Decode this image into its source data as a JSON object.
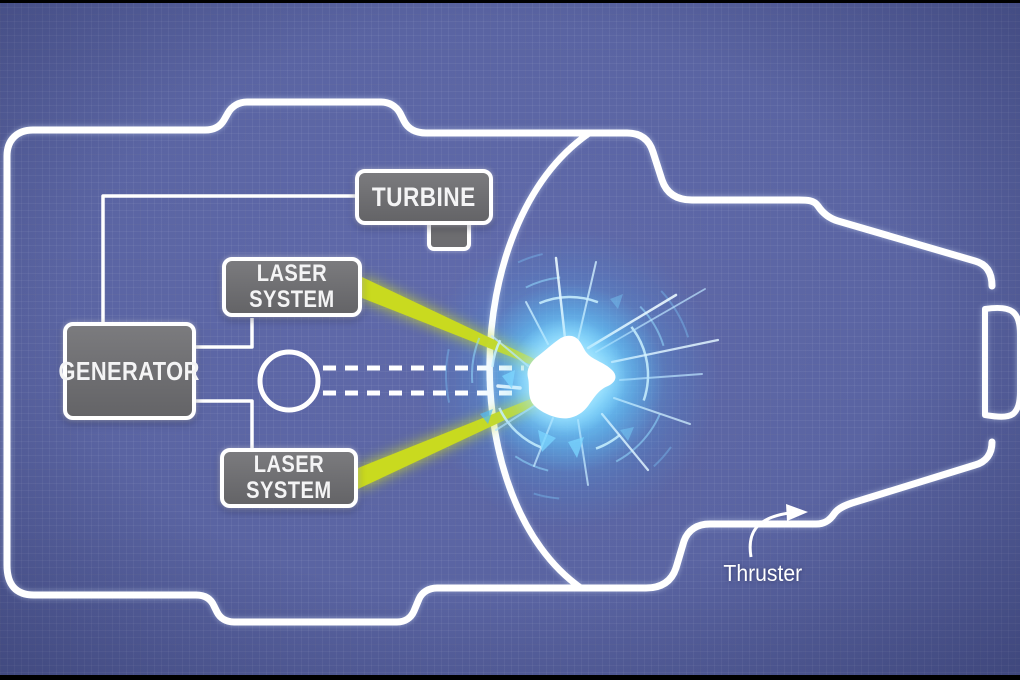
{
  "diagram": {
    "components": {
      "turbine": {
        "label": "TURBINE"
      },
      "laser_system_top": {
        "line1": "LASER",
        "line2": "SYSTEM"
      },
      "generator": {
        "label": "GENERATOR"
      },
      "laser_system_bottom": {
        "line1": "LASER",
        "line2": "SYSTEM"
      }
    },
    "annotations": {
      "thruster": {
        "label": "Thruster"
      }
    },
    "icons": {
      "thruster_pointer": "curved-arrow-icon",
      "fuel_pellet": "circle-outline-icon"
    },
    "colors": {
      "background": "#5b65a4",
      "engine_outline": "#ffffff",
      "component_box_fill": "#6f6f72",
      "component_box_border": "#ffffff",
      "label_text": "#ffffff",
      "laser_beam": "#c6d71e",
      "explosion_glow": "#56c8fa",
      "explosion_core": "#ffffff"
    }
  }
}
